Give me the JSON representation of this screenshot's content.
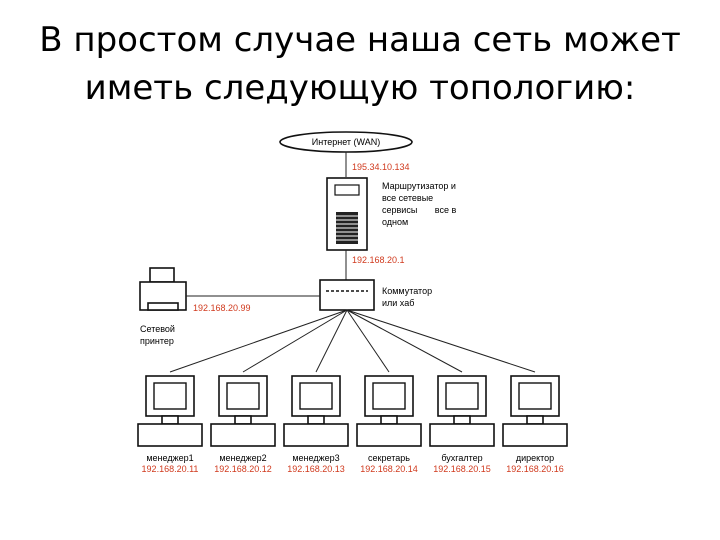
{
  "title_line1": "В простом случае наша сеть может",
  "title_line2": "иметь следующую топологию:",
  "internet": {
    "label": "Интернет (WAN)",
    "ip": "195.34.10.134"
  },
  "router": {
    "label_lines": [
      "Маршрутизатор и",
      "все сетевые",
      "сервисы       все в",
      "одном"
    ],
    "ip": "192.168.20.1"
  },
  "switch": {
    "label_lines": [
      "Коммутатор",
      "или хаб"
    ]
  },
  "printer": {
    "label_lines": [
      "Сетевой",
      "принтер"
    ],
    "ip": "192.168.20.99"
  },
  "computers": [
    {
      "name": "менеджер1",
      "ip": "192.168.20.11"
    },
    {
      "name": "менеджер2",
      "ip": "192.168.20.12"
    },
    {
      "name": "менеджер3",
      "ip": "192.168.20.13"
    },
    {
      "name": "секретарь",
      "ip": "192.168.20.14"
    },
    {
      "name": "бухгалтер",
      "ip": "192.168.20.15"
    },
    {
      "name": "директор",
      "ip": "192.168.20.16"
    }
  ]
}
